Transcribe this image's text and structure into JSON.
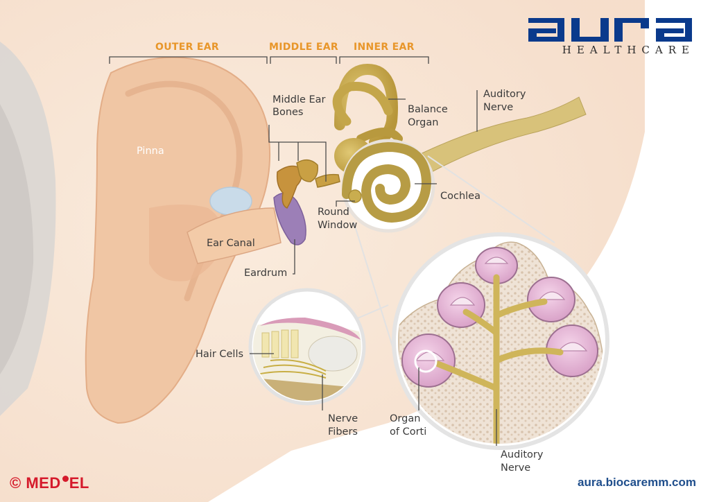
{
  "brand": {
    "logo_text": "aura",
    "logo_subtitle": "HEALTHCARE",
    "logo_color": "#0a3a8c",
    "copyright_brand": "© MED",
    "copyright_brand_suffix": "EL",
    "website": "aura.biocaremm.com"
  },
  "sections": {
    "outer_ear": "OUTER EAR",
    "middle_ear": "MIDDLE EAR",
    "inner_ear": "INNER EAR"
  },
  "labels": {
    "pinna": "Pinna",
    "ear_canal": "Ear Canal",
    "eardrum": "Eardrum",
    "middle_ear_bones_1": "Middle Ear",
    "middle_ear_bones_2": "Bones",
    "balance_organ_1": "Balance",
    "balance_organ_2": "Organ",
    "auditory_nerve_top_1": "Auditory",
    "auditory_nerve_top_2": "Nerve",
    "cochlea": "Cochlea",
    "round_window_1": "Round",
    "round_window_2": "Window",
    "hair_cells": "Hair Cells",
    "nerve_fibers_1": "Nerve",
    "nerve_fibers_2": "Fibers",
    "organ_of_corti_1": "Organ",
    "organ_of_corti_2": "of Corti",
    "auditory_nerve_bottom_1": "Auditory",
    "auditory_nerve_bottom_2": "Nerve"
  },
  "colors": {
    "section_orange": "#e8962a",
    "label_text": "#3a3a3a",
    "skin": "#f3cfae",
    "bone": "#c9ad4f",
    "membrane": "#9c7fb7",
    "cochlea_pink": "#e9b6d8"
  }
}
